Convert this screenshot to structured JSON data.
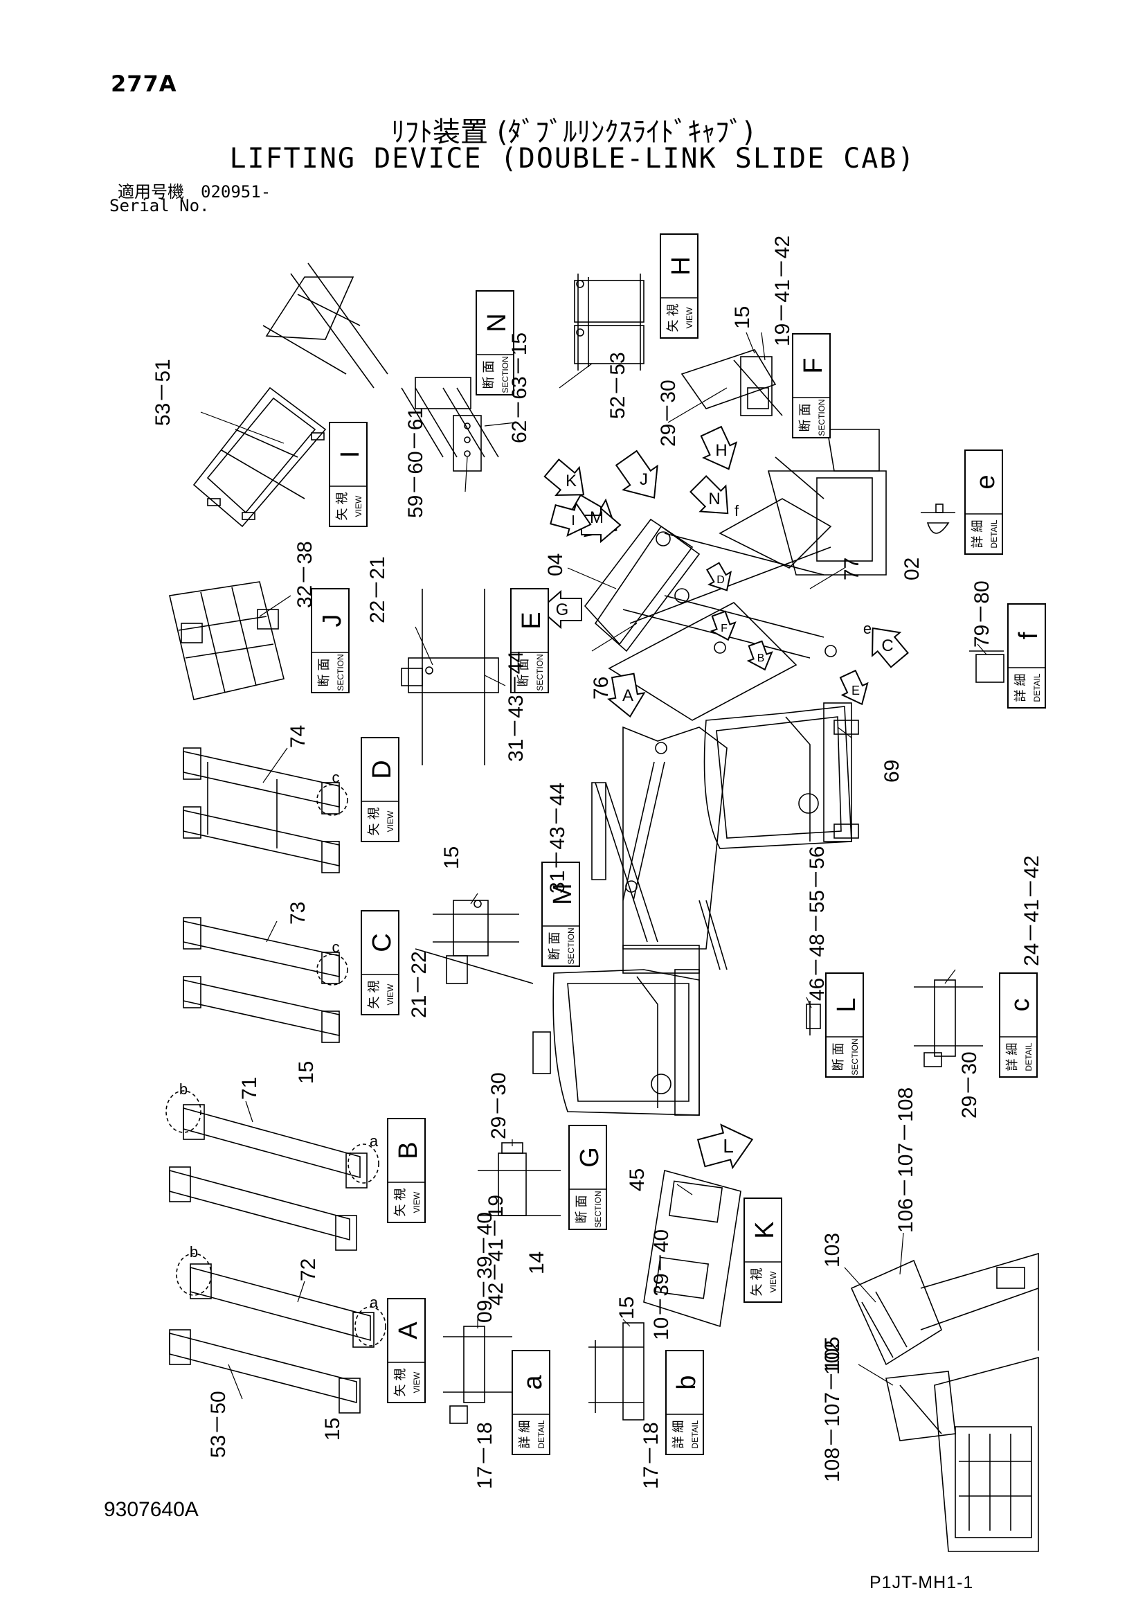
{
  "header": {
    "page_id": "277A",
    "title_jp": "ﾘﾌﾄ装置 (ﾀﾞﾌﾞﾙﾘﾝｸｽﾗｲﾄﾞｷｬﾌﾞ)",
    "title_en": "LIFTING DEVICE (DOUBLE-LINK SLIDE CAB)",
    "serial_jp": "適用号機　020951-",
    "serial_en": "Serial No."
  },
  "footer": {
    "doc_number": "9307640A",
    "page_code": "P1JT-MH1-1"
  },
  "label_boxes": {
    "I": {
      "jp": "矢 視",
      "en": "VIEW",
      "letter": "I"
    },
    "N": {
      "jp": "断 面",
      "en": "SECTION",
      "letter": "N"
    },
    "H": {
      "jp": "矢 視",
      "en": "VIEW",
      "letter": "H"
    },
    "F": {
      "jp": "断 面",
      "en": "SECTION",
      "letter": "F"
    },
    "e": {
      "jp": "詳 細",
      "en": "DETAIL",
      "letter": "e"
    },
    "J": {
      "jp": "断 面",
      "en": "SECTION",
      "letter": "J"
    },
    "E": {
      "jp": "断 面",
      "en": "SECTION",
      "letter": "E"
    },
    "f": {
      "jp": "詳 細",
      "en": "DETAIL",
      "letter": "f"
    },
    "D": {
      "jp": "矢 視",
      "en": "VIEW",
      "letter": "D"
    },
    "M": {
      "jp": "断 面",
      "en": "SECTION",
      "letter": "M"
    },
    "C": {
      "jp": "矢 視",
      "en": "VIEW",
      "letter": "C"
    },
    "L": {
      "jp": "断 面",
      "en": "SECTION",
      "letter": "L"
    },
    "c": {
      "jp": "詳 細",
      "en": "DETAIL",
      "letter": "c"
    },
    "B": {
      "jp": "矢 視",
      "en": "VIEW",
      "letter": "B"
    },
    "G": {
      "jp": "断 面",
      "en": "SECTION",
      "letter": "G"
    },
    "K": {
      "jp": "矢 視",
      "en": "VIEW",
      "letter": "K"
    },
    "A": {
      "jp": "矢 視",
      "en": "VIEW",
      "letter": "A"
    },
    "a": {
      "jp": "詳 細",
      "en": "DETAIL",
      "letter": "a"
    },
    "b": {
      "jp": "詳 細",
      "en": "DETAIL",
      "letter": "b"
    }
  },
  "callouts": {
    "c53_51": "53－51",
    "c59_61": "59－60－61",
    "c62_15": "62－63－15",
    "c52_53": "52－53",
    "c15_top": "15",
    "c19_42": "19－41－42",
    "c29_30_top": "29－30",
    "c02": "02",
    "c04": "04",
    "c77": "77",
    "c76": "76",
    "c32_38": "32－38",
    "c22_21": "22－21",
    "c31_44_top": "31－43－44",
    "c79_80": "79－80",
    "c69": "69",
    "c74": "74",
    "c15_m": "15",
    "c31_44_m": "31－43－44",
    "c21_22_m": "21－22",
    "c73": "73",
    "c15_c": "15",
    "c46_56": "46－48－55－56",
    "c24_42": "24－41－42",
    "c29_30_c": "29－30",
    "c71": "71",
    "c29_30_g": "29－30",
    "c42_19": "42－41－19",
    "c14": "14",
    "c45": "45",
    "c103": "103",
    "c106_108": "106－107－108",
    "c72": "72",
    "c09_40": "09－39－40",
    "c15_b": "15",
    "c10_40": "10－39－40",
    "c102": "102",
    "c53_50": "53－50",
    "c15_a": "15",
    "c17_18_a": "17－18",
    "c17_18_b": "17－18",
    "c108_105": "108－107－105"
  },
  "small_labels": {
    "a": "a",
    "b": "b",
    "c": "c",
    "e": "e",
    "f": "f"
  },
  "arrow_labels": {
    "A": "A",
    "B": "B",
    "C": "C",
    "D": "D",
    "E": "E",
    "F": "F",
    "G": "G",
    "H": "H",
    "I": "I",
    "J": "J",
    "K": "K",
    "L": "L",
    "M": "M",
    "N": "N"
  }
}
